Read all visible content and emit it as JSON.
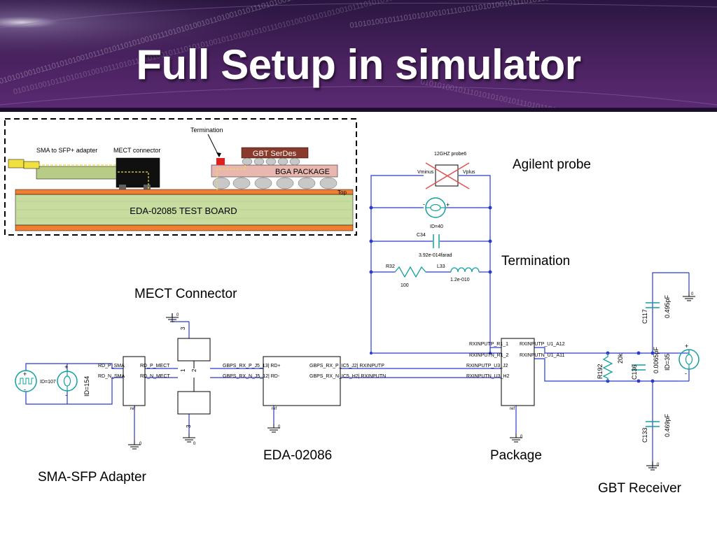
{
  "slide": {
    "title": "Full Setup in simulator",
    "binary_texture": "01010100101110101010010111010110101001011101010100101101001010111010100101101010010111010101001011101011010100101110101001011010"
  },
  "board_illustration": {
    "sma_to_sfp_label": "SMA to SFP+ adapter",
    "mect_connector_label": "MECT connector",
    "termination_label": "Termination",
    "gbt_serdes_label": "GBT SerDes",
    "bga_package_label": "BGA PACKAGE",
    "top_label": "Top",
    "test_board_label": "EDA-02085 TEST BOARD"
  },
  "annotations": {
    "agilent_probe": "Agilent probe",
    "termination": "Termination",
    "mect_connector": "MECT Connector",
    "eda_02086": "EDA-02086",
    "package": "Package",
    "sma_sfp_adapter": "SMA-SFP Adapter",
    "gbt_receiver": "GBT Receiver"
  },
  "schematic": {
    "probe": {
      "name": "12GHZ probe6",
      "vminus": "Vminus",
      "vplus": "Vplus"
    },
    "ammeter_top": {
      "id": "ID=40",
      "minus": "-",
      "plus": "+"
    },
    "c34": {
      "name": "C34",
      "value": "3.92e-014farad"
    },
    "r32": {
      "name": "R32",
      "value": "100"
    },
    "l33": {
      "name": "L33",
      "value": "1.2e-010"
    },
    "source": {
      "id": "ID=107",
      "plus": "+",
      "minus": "-"
    },
    "ammeter_left": {
      "id": "ID=154",
      "plus": "+",
      "minus": "-"
    },
    "adapter_block": {
      "pin_rd_p_sma": "RD_P_SMA",
      "pin_rd_n_sma": "RD_N_SMA",
      "pin_rd_p_mect": "RD_P_MECT",
      "pin_rd_n_mect": "RD_N_MECT",
      "ref": "ref"
    },
    "mect_blocks": {
      "top_pin": "3",
      "pin1": "1",
      "pin2": "2",
      "bottom_pin": "3"
    },
    "eda_block": {
      "pin_p_in": "GBPS_RX_P_J5_13| RD+",
      "pin_n_in": "GBPS_RX_N_J5_12| RD-",
      "pin_p_out": "GBPS_RX_P_IC5_J2| RXINPUTP",
      "pin_n_out": "GBPS_RX_N_IC5_H2| RXINPUTN",
      "ref": "ref"
    },
    "package_block": {
      "pin_r1_1": "RXINPUTP_R1_1",
      "pin_r1_2": "RXINPUTN_R1_2",
      "pin_u3_j2": "RXINPUTP_U3_J2",
      "pin_u3_h2": "RXINPUTN_U3_H2",
      "pin_u1_a12": "RXINPUTP_U1_A12",
      "pin_u1_a11": "RXINPUTN_U1_A11",
      "ref": "ref"
    },
    "receiver": {
      "c117": {
        "name": "C117",
        "value": "0.495pF"
      },
      "r192": {
        "name": "R192",
        "value": "20k"
      },
      "c136": {
        "name": "C136",
        "value": "0.0065pF"
      },
      "id35": "ID=35",
      "c133": {
        "name": "C133",
        "value": "0.469pF"
      }
    },
    "ground_label": "0"
  },
  "colors": {
    "header_dark": "#1c0f2c",
    "header_purple": "#5b2a73",
    "wire": "#2a3bd0",
    "component": "#10a0a0",
    "board_green": "#c8dca0",
    "board_orange": "#f08030",
    "package_pink": "#e8b8b0",
    "serdes_brown": "#8a3a2a",
    "probe_cross": "#e05050"
  }
}
